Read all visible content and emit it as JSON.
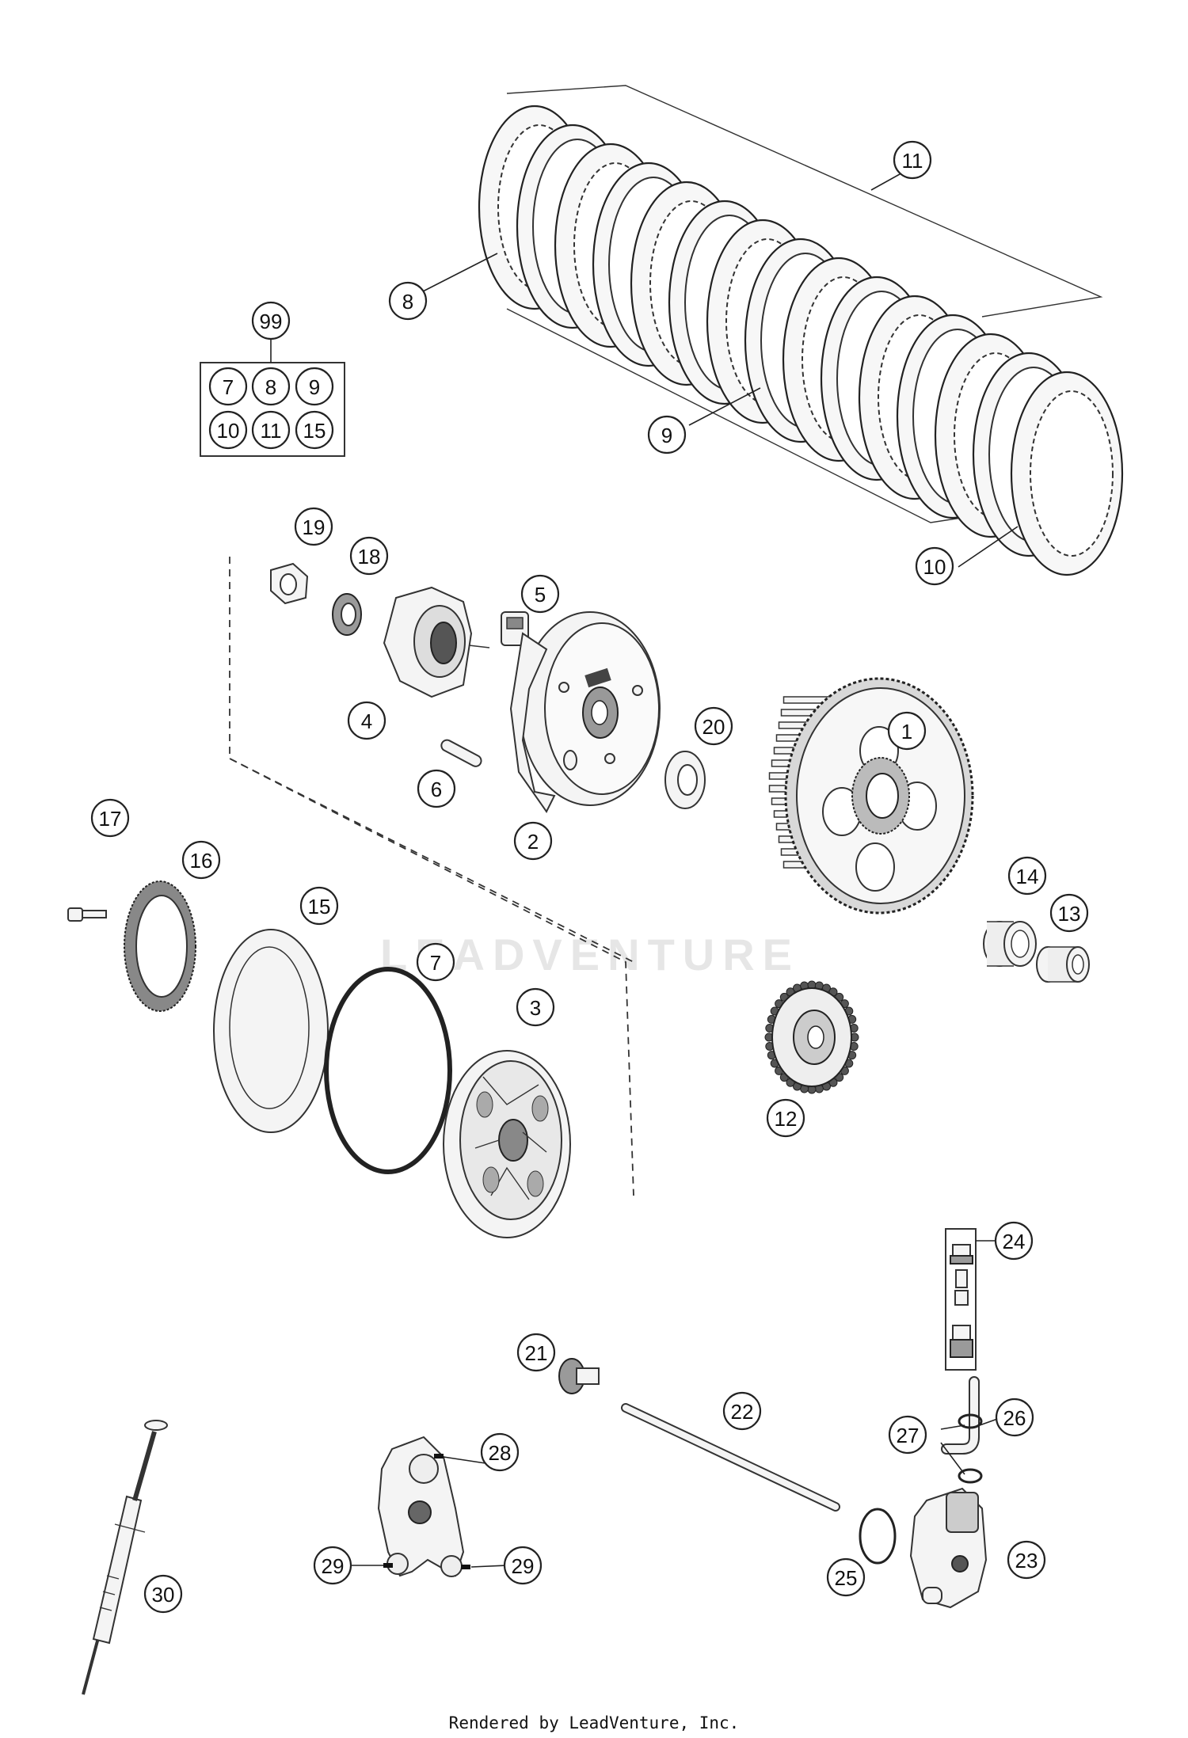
{
  "diagram": {
    "watermark": "LEADVENTURE",
    "footer": "Rendered by LeadVenture, Inc.",
    "kit_callout": "99",
    "kit_contents": [
      "7",
      "8",
      "9",
      "10",
      "11",
      "15"
    ],
    "callouts": [
      "1",
      "2",
      "3",
      "4",
      "5",
      "6",
      "7",
      "8",
      "9",
      "10",
      "11",
      "12",
      "13",
      "14",
      "15",
      "16",
      "17",
      "18",
      "19",
      "20",
      "21",
      "22",
      "23",
      "24",
      "25",
      "26",
      "27",
      "28",
      "29",
      "29",
      "30"
    ]
  }
}
